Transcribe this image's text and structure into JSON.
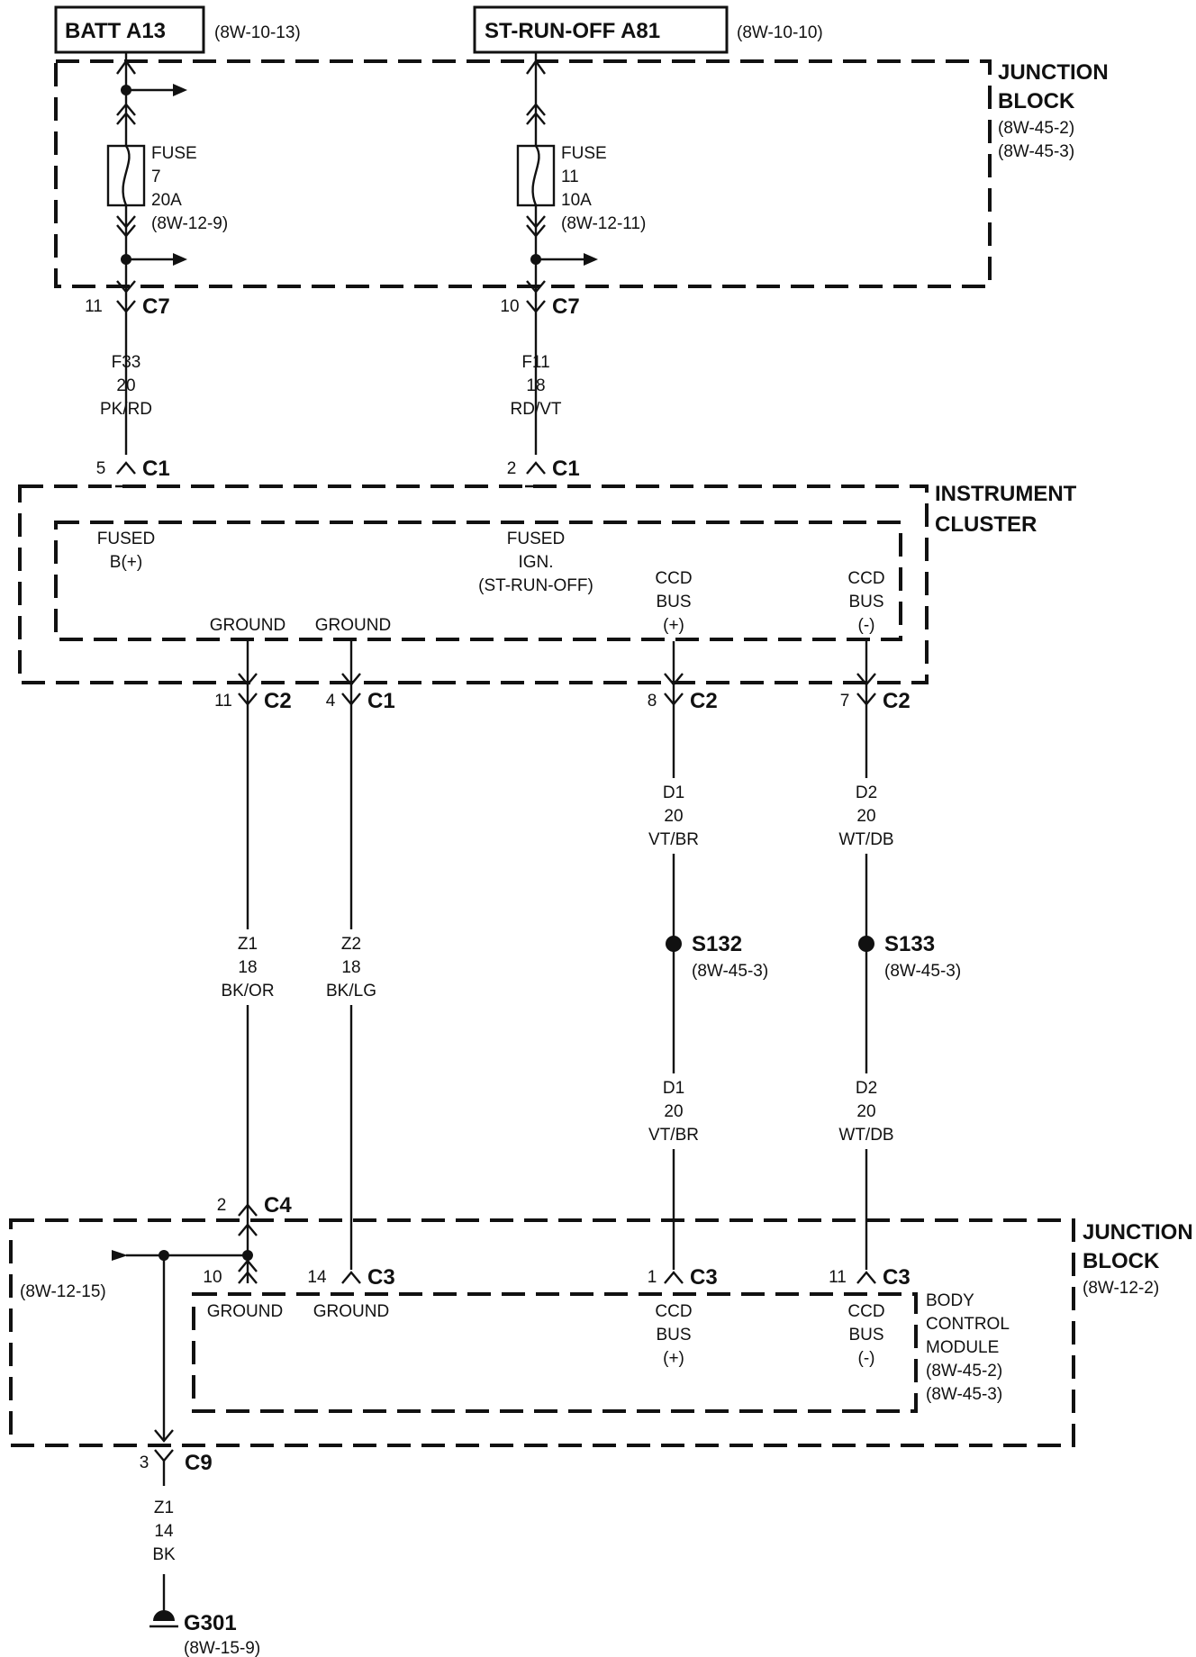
{
  "sources": {
    "batt": {
      "label": "BATT A13",
      "ref": "(8W-10-13)"
    },
    "st_run_off": {
      "label": "ST-RUN-OFF A81",
      "ref": "(8W-10-10)"
    }
  },
  "junction_block_top": {
    "title_line1": "JUNCTION",
    "title_line2": "BLOCK",
    "ref1": "(8W-45-2)",
    "ref2": "(8W-45-3)",
    "fuse7": {
      "l1": "FUSE",
      "l2": "7",
      "l3": "20A",
      "l4": "(8W-12-9)"
    },
    "fuse11": {
      "l1": "FUSE",
      "l2": "11",
      "l3": "10A",
      "l4": "(8W-12-11)"
    }
  },
  "connectors": {
    "c7_left": {
      "pin": "11",
      "name": "C7"
    },
    "c7_right": {
      "pin": "10",
      "name": "C7"
    },
    "c1_left": {
      "pin": "5",
      "name": "C1"
    },
    "c1_right": {
      "pin": "2",
      "name": "C1"
    },
    "ic_c2_a": {
      "pin": "11",
      "name": "C2"
    },
    "ic_c1": {
      "pin": "4",
      "name": "C1"
    },
    "ic_c2_b": {
      "pin": "8",
      "name": "C2"
    },
    "ic_c2_c": {
      "pin": "7",
      "name": "C2"
    },
    "c4": {
      "pin": "2",
      "name": "C4"
    },
    "jb_c3_ground": {
      "pin": "14",
      "name": "C3"
    },
    "jb_c3_pos": {
      "pin": "1",
      "name": "C3"
    },
    "jb_c3_neg": {
      "pin": "11",
      "name": "C3"
    },
    "jb_ground_pin": {
      "pin": "10"
    },
    "c9": {
      "pin": "3",
      "name": "C9"
    }
  },
  "wires": {
    "f33": {
      "circuit": "F33",
      "gauge": "20",
      "color": "PK/RD"
    },
    "f11": {
      "circuit": "F11",
      "gauge": "18",
      "color": "RD/VT"
    },
    "z1": {
      "circuit": "Z1",
      "gauge": "18",
      "color": "BK/OR"
    },
    "z2": {
      "circuit": "Z2",
      "gauge": "18",
      "color": "BK/LG"
    },
    "d1_top": {
      "circuit": "D1",
      "gauge": "20",
      "color": "VT/BR"
    },
    "d2_top": {
      "circuit": "D2",
      "gauge": "20",
      "color": "WT/DB"
    },
    "d1_bot": {
      "circuit": "D1",
      "gauge": "20",
      "color": "VT/BR"
    },
    "d2_bot": {
      "circuit": "D2",
      "gauge": "20",
      "color": "WT/DB"
    },
    "z1_out": {
      "circuit": "Z1",
      "gauge": "14",
      "color": "BK"
    }
  },
  "instrument_cluster": {
    "title_line1": "INSTRUMENT",
    "title_line2": "CLUSTER",
    "fused_b": {
      "l1": "FUSED",
      "l2": "B(+)"
    },
    "fused_ign": {
      "l1": "FUSED",
      "l2": "IGN.",
      "l3": "(ST-RUN-OFF)"
    },
    "ground1": "GROUND",
    "ground2": "GROUND",
    "ccd_pos": {
      "l1": "CCD",
      "l2": "BUS",
      "l3": "(+)"
    },
    "ccd_neg": {
      "l1": "CCD",
      "l2": "BUS",
      "l3": "(-)"
    }
  },
  "splices": {
    "s132": {
      "name": "S132",
      "ref": "(8W-45-3)"
    },
    "s133": {
      "name": "S133",
      "ref": "(8W-45-3)"
    }
  },
  "junction_block_bottom": {
    "title_line1": "JUNCTION",
    "title_line2": "BLOCK",
    "ref": "(8W-12-2)",
    "left_ref": "(8W-12-15)",
    "ground1": "GROUND",
    "ground2": "GROUND",
    "ccd_pos": {
      "l1": "CCD",
      "l2": "BUS",
      "l3": "(+)"
    },
    "ccd_neg": {
      "l1": "CCD",
      "l2": "BUS",
      "l3": "(-)"
    },
    "bcm": {
      "l1": "BODY",
      "l2": "CONTROL",
      "l3": "MODULE",
      "l4": "(8W-45-2)",
      "l5": "(8W-45-3)"
    }
  },
  "ground": {
    "name": "G301",
    "ref": "(8W-15-9)"
  }
}
